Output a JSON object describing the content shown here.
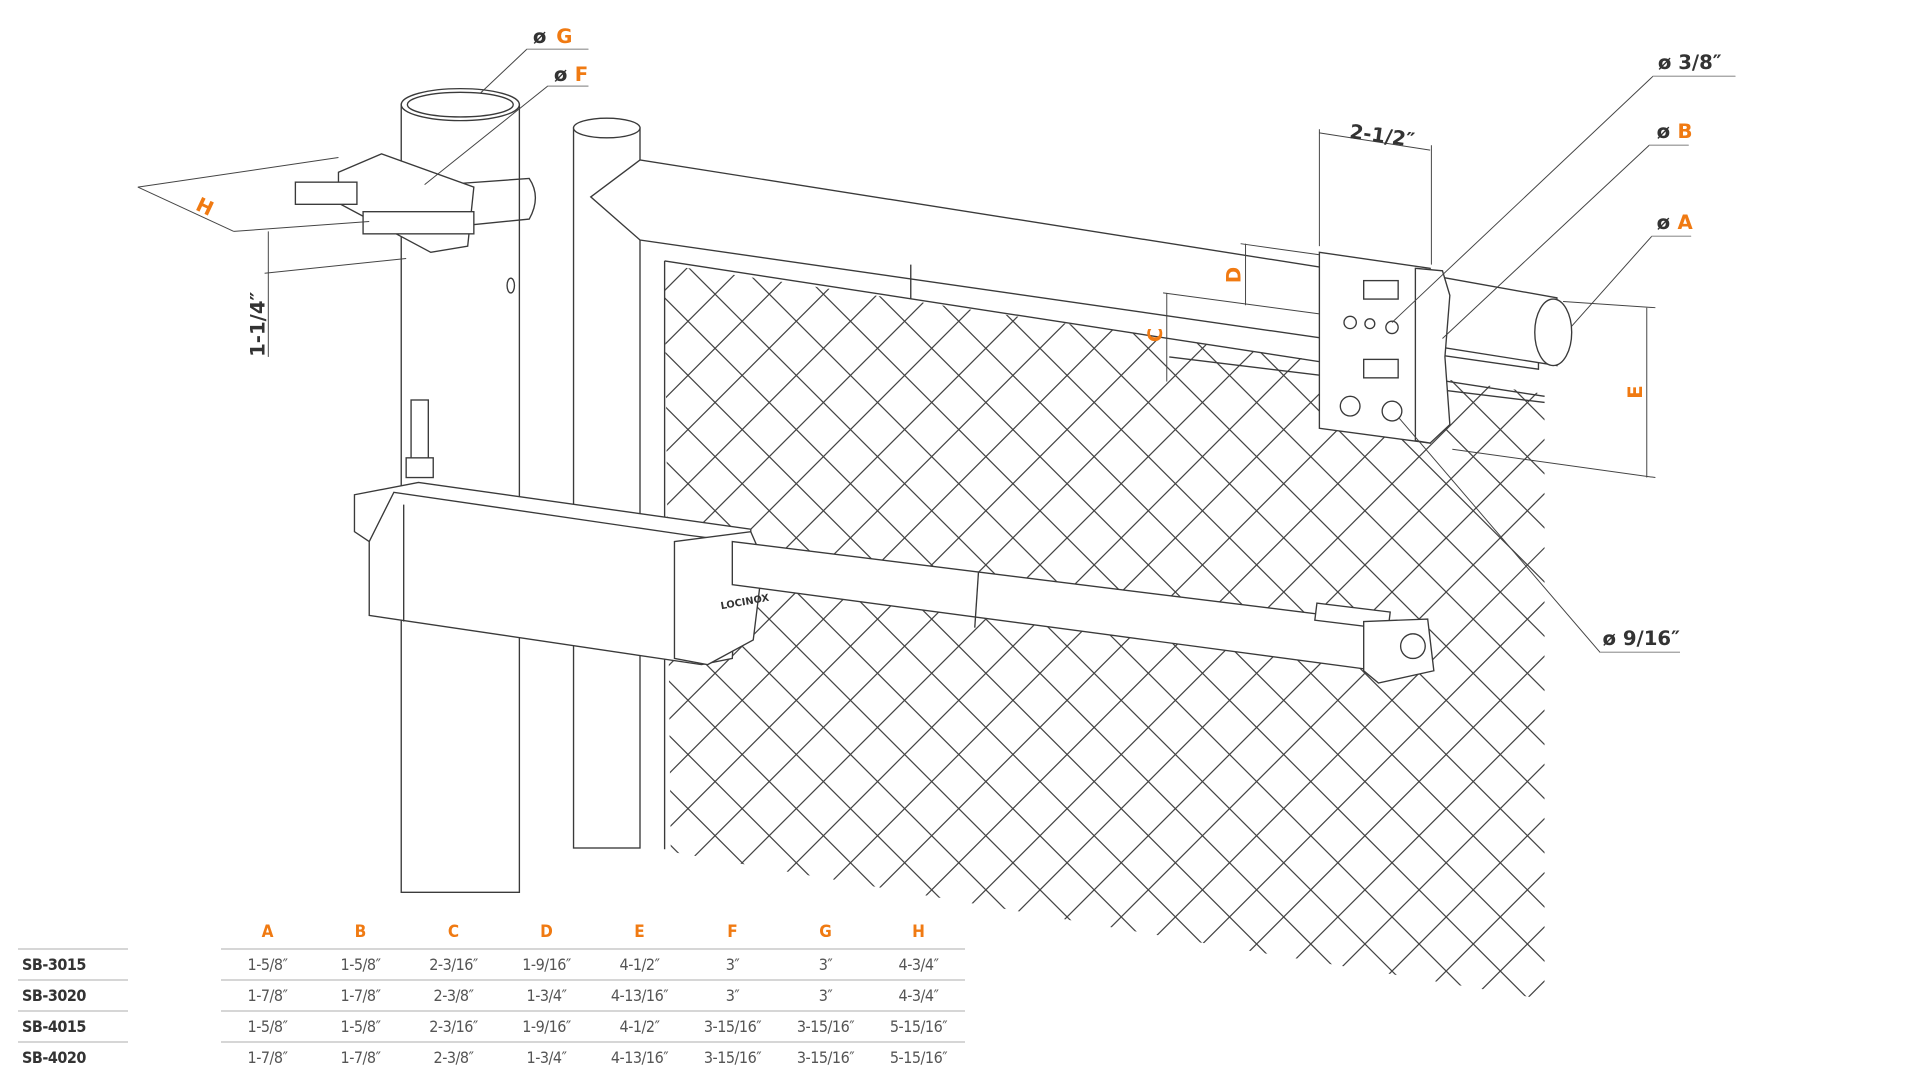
{
  "labels": {
    "dia_g": "G",
    "dia_f": "F",
    "dia_b": "B",
    "dia_a": "A",
    "dia_symbol": "ø",
    "hole_small": "ø 3/8″",
    "hole_large": "ø 9/16″",
    "bracket_width": "2-1/2″",
    "offset": "1-1/4″",
    "h": "H",
    "c": "C",
    "d": "D",
    "e": "E",
    "brand": "LOCINOX"
  },
  "table": {
    "headers": [
      "A",
      "B",
      "C",
      "D",
      "E",
      "F",
      "G",
      "H"
    ],
    "rows": [
      {
        "model": "SB-3015",
        "values": [
          "1-5/8″",
          "1-5/8″",
          "2-3/16″",
          "1-9/16″",
          "4-1/2″",
          "3″",
          "3″",
          "4-3/4″"
        ]
      },
      {
        "model": "SB-3020",
        "values": [
          "1-7/8″",
          "1-7/8″",
          "2-3/8″",
          "1-3/4″",
          "4-13/16″",
          "3″",
          "3″",
          "4-3/4″"
        ]
      },
      {
        "model": "SB-4015",
        "values": [
          "1-5/8″",
          "1-5/8″",
          "2-3/16″",
          "1-9/16″",
          "4-1/2″",
          "3-15/16″",
          "3-15/16″",
          "5-15/16″"
        ]
      },
      {
        "model": "SB-4020",
        "values": [
          "1-7/8″",
          "1-7/8″",
          "2-3/8″",
          "1-3/4″",
          "4-13/16″",
          "3-15/16″",
          "3-15/16″",
          "5-15/16″"
        ]
      }
    ]
  },
  "colors": {
    "accent": "#f07a12",
    "line": "#3a3a3a"
  }
}
